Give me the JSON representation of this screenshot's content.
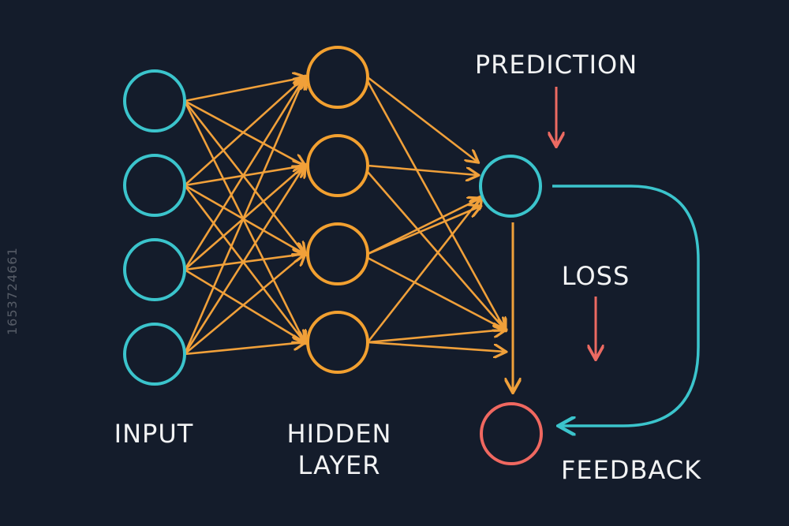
{
  "colors": {
    "background": "#141c2b",
    "input_node": "#3bc4cc",
    "hidden_node": "#f2a030",
    "connection": "#f0a03a",
    "output_node": "#3bc4cc",
    "feedback_node": "#f06860",
    "loss_arrow": "#ec6a62",
    "feedback_loop": "#3bc4cc",
    "text": "#f2f3f4"
  },
  "labels": {
    "input": "INPUT",
    "hidden_line1": "HIDDEN",
    "hidden_line2": "LAYER",
    "prediction": "PREDICTION",
    "loss": "LOSS",
    "feedback": "FEEDBACK"
  },
  "watermark": "1653724661",
  "layers": {
    "input_count": 4,
    "hidden_count": 4,
    "output_count": 1
  }
}
